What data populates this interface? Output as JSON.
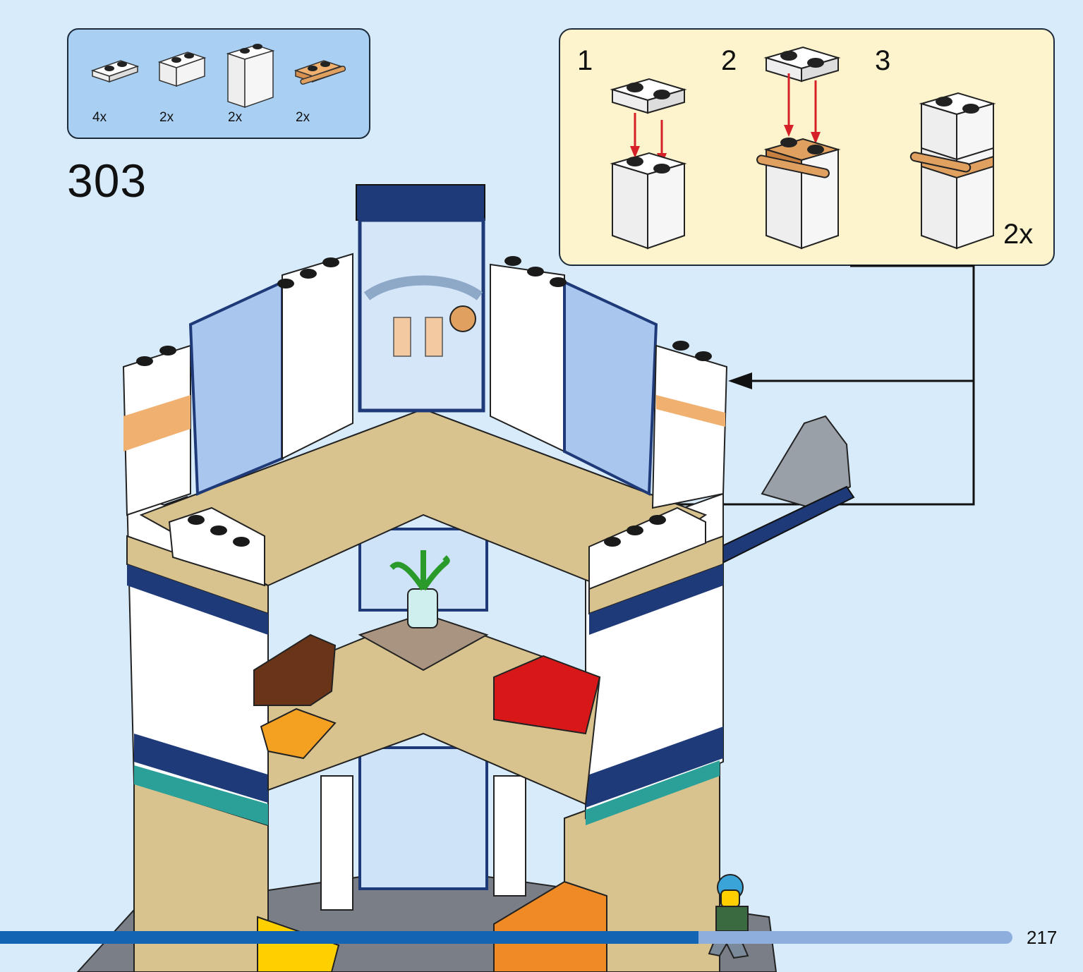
{
  "parts_list": [
    {
      "name": "white-plate-1x2",
      "qty": "4x",
      "color": "#ffffff"
    },
    {
      "name": "white-brick-1x2",
      "qty": "2x",
      "color": "#ffffff"
    },
    {
      "name": "white-brick-1x2x2",
      "qty": "2x",
      "color": "#ffffff"
    },
    {
      "name": "tan-plate-with-bar",
      "qty": "2x",
      "color": "#e0a060"
    }
  ],
  "step_number": "303",
  "sub_steps": {
    "labels": [
      "1",
      "2",
      "3"
    ],
    "multiplier": "2x"
  },
  "page_number": "217",
  "progress": {
    "fraction": 0.69
  },
  "colors": {
    "background": "#d7ebfb",
    "parts_box": "#a9d0f3",
    "sub_box": "#fdf3cc",
    "progress_fill": "#1464b4",
    "progress_track": "#8eaede",
    "arrow_red": "#d62028"
  }
}
